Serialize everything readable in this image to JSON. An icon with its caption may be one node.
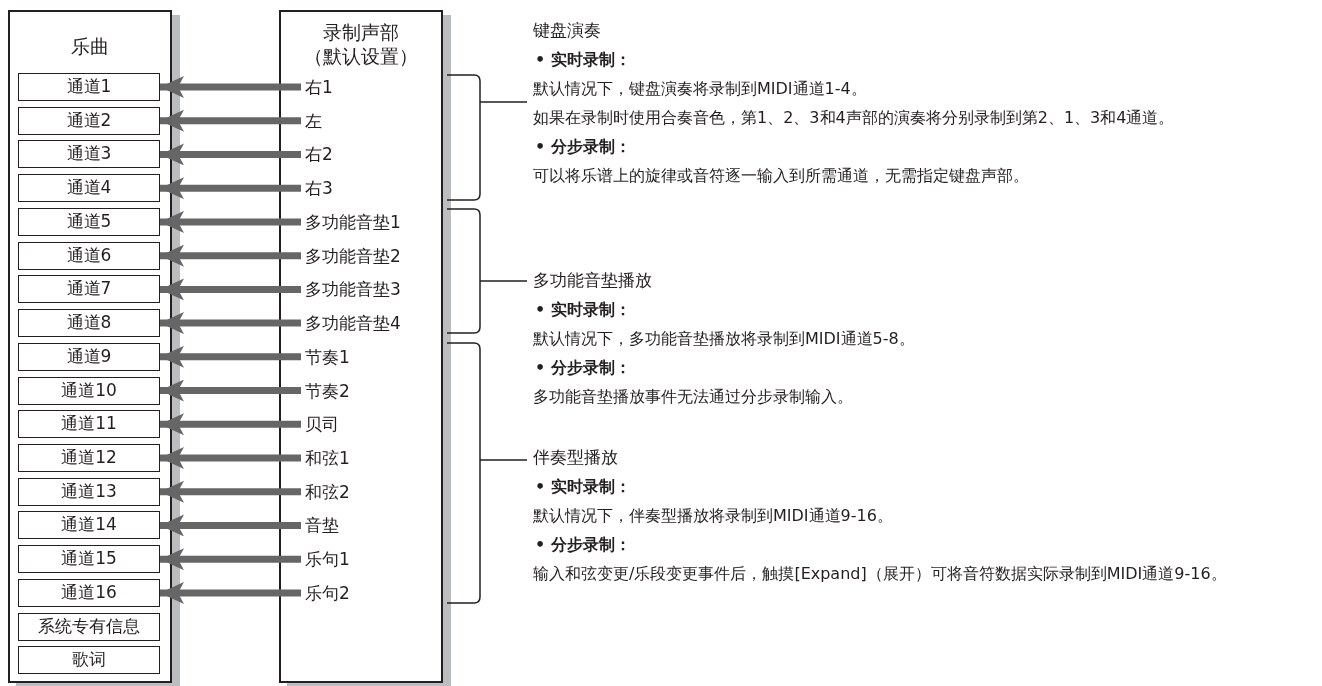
{
  "diagram": {
    "nodes": [
      {
        "text": [
          "乐曲"
        ]
      },
      {
        "text": [
          "通道1"
        ],
        "in": 0
      },
      {
        "text": [
          "通道2"
        ],
        "in": 0
      },
      {
        "text": [
          "通道3"
        ],
        "in": 0
      },
      {
        "text": [
          "通道4"
        ],
        "in": 0
      },
      {
        "text": [
          "通道5"
        ],
        "in": 0
      },
      {
        "text": [
          "通道6"
        ],
        "in": 0
      },
      {
        "text": [
          "通道7"
        ],
        "in": 0
      },
      {
        "text": [
          "通道8"
        ],
        "in": 0
      },
      {
        "text": [
          "通道9"
        ],
        "in": 0
      },
      {
        "text": [
          "通道10"
        ],
        "in": 0
      },
      {
        "text": [
          "通道11"
        ],
        "in": 0
      },
      {
        "text": [
          "通道12"
        ],
        "in": 0
      },
      {
        "text": [
          "通道13"
        ],
        "in": 0
      },
      {
        "text": [
          "通道14"
        ],
        "in": 0
      },
      {
        "text": [
          "通道15"
        ],
        "in": 0
      },
      {
        "text": [
          "通道16"
        ],
        "in": 0
      },
      {
        "text": [
          "系统专有信息"
        ],
        "in": 0
      },
      {
        "text": [
          "歌词"
        ],
        "in": 0
      },
      {
        "text": [
          "录制声部（默认设置）"
        ]
      },
      {
        "text": [
          "右1"
        ],
        "in": 19
      },
      {
        "text": [
          "左"
        ],
        "in": 19
      },
      {
        "text": [
          "右2"
        ],
        "in": 19
      },
      {
        "text": [
          "右3"
        ],
        "in": 19
      },
      {
        "text": [
          "多功能音垫1"
        ],
        "in": 19
      },
      {
        "text": [
          "多功能音垫2"
        ],
        "in": 19
      },
      {
        "text": [
          "多功能音垫3"
        ],
        "in": 19
      },
      {
        "text": [
          "多功能音垫4"
        ],
        "in": 19
      },
      {
        "text": [
          "节奏1"
        ],
        "in": 19
      },
      {
        "text": [
          "节奏2"
        ],
        "in": 19
      },
      {
        "text": [
          "贝司"
        ],
        "in": 19
      },
      {
        "text": [
          "和弦1"
        ],
        "in": 19
      },
      {
        "text": [
          "和弦2"
        ],
        "in": 19
      },
      {
        "text": [
          "音垫"
        ],
        "in": 19
      },
      {
        "text": [
          "乐句1"
        ],
        "in": 19
      },
      {
        "text": [
          "乐句2"
        ],
        "in": 19
      },
      {
        "text": [
          "键盘演奏",
          "• 实时录制：",
          "默认情况下，键盘演奏将录制到MIDI通道1-4。",
          "如果在录制时使用合奏音色，第1、2、3和4声部的演奏将分别录制到第2、1、3和4通道。",
          "• 分步录制：",
          "可以将乐谱上的旋律或音符逐一输入到所需通道，无需指定键盘声部。"
        ]
      },
      {
        "text": [
          "多功能音垫播放",
          "• 实时录制：",
          "默认情况下，多功能音垫播放将录制到MIDI通道5-8。",
          "• 分步录制：",
          "多功能音垫播放事件无法通过分步录制输入。"
        ]
      },
      {
        "text": [
          "伴奏型播放",
          "• 实时录制：",
          "默认情况下，伴奏型播放将录制到MIDI通道9-16。",
          "• 分步录制：",
          "输入和弦变更/乐段变更事件后，触摸[Expand]（展开）可将音符数据实际录制到MIDI通道9-16。"
        ]
      }
    ],
    "edges": [
      {
        "from": 20,
        "to": 1,
        "arrow": "to"
      },
      {
        "from": 21,
        "to": 2,
        "arrow": "to"
      },
      {
        "from": 22,
        "to": 3,
        "arrow": "to"
      },
      {
        "from": 23,
        "to": 4,
        "arrow": "to"
      },
      {
        "from": 24,
        "to": 5,
        "arrow": "to"
      },
      {
        "from": 25,
        "to": 6,
        "arrow": "to"
      },
      {
        "from": 26,
        "to": 7,
        "arrow": "to"
      },
      {
        "from": 27,
        "to": 8,
        "arrow": "to"
      },
      {
        "from": 28,
        "to": 9,
        "arrow": "to"
      },
      {
        "from": 29,
        "to": 10,
        "arrow": "to"
      },
      {
        "from": 30,
        "to": 11,
        "arrow": "to"
      },
      {
        "from": 31,
        "to": 12,
        "arrow": "to"
      },
      {
        "from": 32,
        "to": 13,
        "arrow": "to"
      },
      {
        "from": 33,
        "to": 14,
        "arrow": "to"
      },
      {
        "from": 34,
        "to": 15,
        "arrow": "to"
      },
      {
        "from": 35,
        "to": 16,
        "arrow": "to"
      }
    ]
  }
}
